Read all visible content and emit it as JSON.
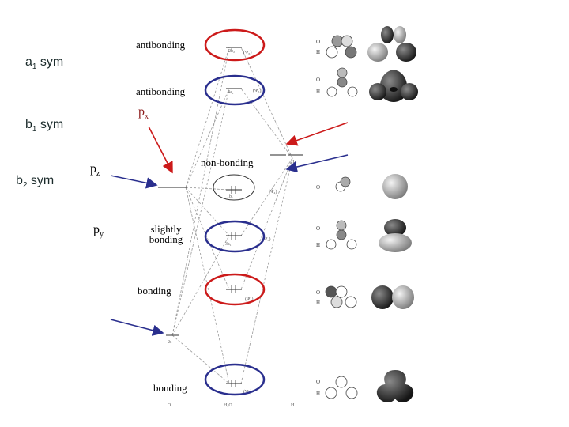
{
  "labels": {
    "antibonding_top": "antibonding",
    "antibonding_mid": "antibonding",
    "nonbonding": "non-bonding",
    "slightly_bonding_1": "slightly",
    "slightly_bonding_2": "bonding",
    "bonding_mid": "bonding",
    "bonding_bottom": "bonding"
  },
  "symmetry": {
    "a1": {
      "base": "a",
      "sub": "1",
      "suffix": " sym"
    },
    "b1": {
      "base": "b",
      "sub": "1",
      "suffix": " sym"
    },
    "b2": {
      "base": "b",
      "sub": "2",
      "suffix": " sym"
    }
  },
  "orbitals": {
    "px": {
      "base": "p",
      "sub": "x"
    },
    "pz": {
      "base": "p",
      "sub": "z"
    },
    "py": {
      "base": "p",
      "sub": "y"
    }
  },
  "diagram_small": {
    "level_2b2": "2b₂",
    "level_4a1": "4a₁",
    "level_1b1": "1b₁",
    "level_3a1": "3a₁",
    "level_1b2": "1b₂",
    "level_2a1": "2a₁",
    "level_2s": "2s",
    "level_1s": "1s",
    "psi_top": "(Ψ₆)",
    "psi_mid": "(Ψ₅)",
    "psi_nb": "(Ψ₄)",
    "psi_sb": "(Ψ₃)",
    "psi_b": "(Ψ₂)",
    "psi_bottom": "(Ψ₁)",
    "col_o": "O",
    "col_h2o": "H₂O",
    "col_h": "H",
    "row_o": "O",
    "row_h": "H"
  },
  "colors": {
    "red": "#cc1a1a",
    "blue": "#2a2f8e",
    "text_teal": "#1a2a2a",
    "grey": "#9a9a9a"
  }
}
